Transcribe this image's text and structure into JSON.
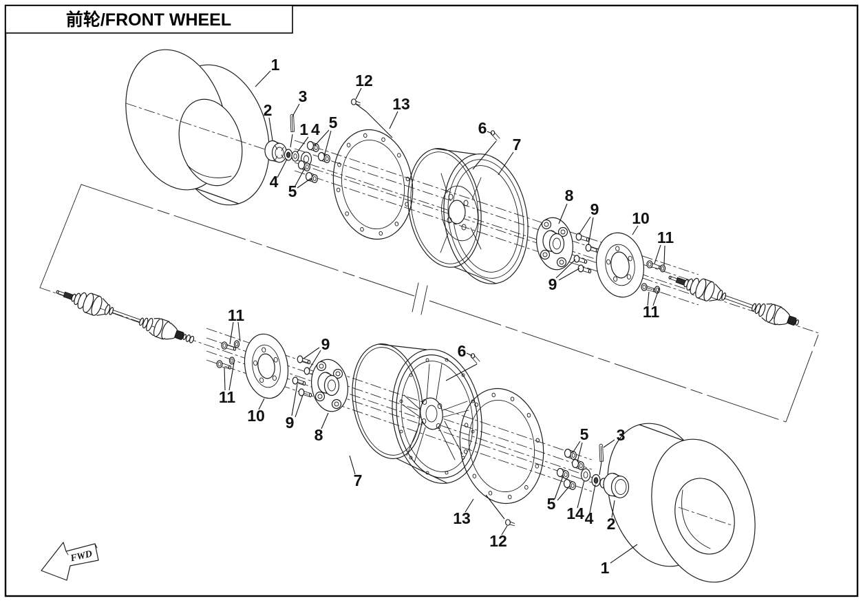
{
  "page": {
    "title": "前轮/FRONT WHEEL",
    "fwd_label": "FWD"
  },
  "style": {
    "line_color": "#1c1c1c",
    "background": "#ffffff",
    "text_color": "#111111",
    "border_color": "#000000"
  },
  "diagram": {
    "type": "exploded-parts-diagram",
    "part_numbers_shown": [
      "1",
      "2",
      "3",
      "4",
      "5",
      "6",
      "7",
      "8",
      "9",
      "10",
      "11",
      "12",
      "13",
      "14"
    ]
  },
  "callouts": {
    "t1": {
      "label": "1"
    },
    "t2": {
      "label": "2"
    },
    "t3": {
      "label": "3"
    },
    "t4": {
      "label": "4"
    },
    "t5a": {
      "label": "5"
    },
    "t5b": {
      "label": "5"
    },
    "t6": {
      "label": "6"
    },
    "t7": {
      "label": "7"
    },
    "t8": {
      "label": "8"
    },
    "t9a": {
      "label": "9"
    },
    "t9b": {
      "label": "9"
    },
    "t10": {
      "label": "10"
    },
    "t11a": {
      "label": "11"
    },
    "t11b": {
      "label": "11"
    },
    "t12": {
      "label": "12"
    },
    "t13": {
      "label": "13"
    },
    "t14": {
      "label": "14"
    },
    "b1": {
      "label": "1"
    },
    "b2": {
      "label": "2"
    },
    "b3": {
      "label": "3"
    },
    "b4": {
      "label": "4"
    },
    "b5a": {
      "label": "5"
    },
    "b5b": {
      "label": "5"
    },
    "b6": {
      "label": "6"
    },
    "b7": {
      "label": "7"
    },
    "b8": {
      "label": "8"
    },
    "b9a": {
      "label": "9"
    },
    "b9b": {
      "label": "9"
    },
    "b10": {
      "label": "10"
    },
    "b11a": {
      "label": "11"
    },
    "b11b": {
      "label": "11"
    },
    "b12": {
      "label": "12"
    },
    "b13": {
      "label": "13"
    },
    "b14": {
      "label": "14"
    }
  }
}
